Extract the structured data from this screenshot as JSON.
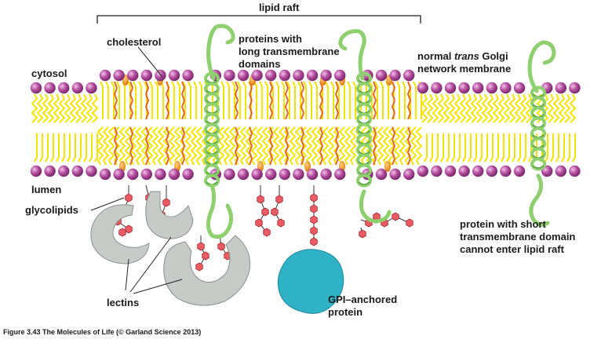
{
  "labels": {
    "lipid_raft": "lipid raft",
    "cholesterol": "cholesterol",
    "cytosol": "cytosol",
    "lumen": "lumen",
    "glycolipids": "glycolipids",
    "lectins": "lectins",
    "long_tm_line1": "proteins with",
    "long_tm_line2": "long transmembrane",
    "long_tm_line3": "domains",
    "normal_line1_a": "normal ",
    "normal_line1_b": "trans",
    "normal_line1_c": " Golgi",
    "normal_line2": "network membrane",
    "short_tm_line1": "protein with short",
    "short_tm_line2": "transmembrane domain",
    "short_tm_line3": "cannot enter lipid raft",
    "gpi_line1": "GPI–anchored",
    "gpi_line2": "protein"
  },
  "caption": "Figure 3.43  The Molecules of Life (© Garland Science 2013)",
  "colors": {
    "head": "#b04a9a",
    "head_light": "#e9a7dc",
    "tail": "#f4e400",
    "raft_tail": "#e8662a",
    "cholesterol": "#f08a1c",
    "helix": "#8ecf6e",
    "helix_dark": "#4f9b3a",
    "sugar": "#e8505b",
    "lectin": "#c8ccc8",
    "gpi": "#2fb1c6"
  }
}
